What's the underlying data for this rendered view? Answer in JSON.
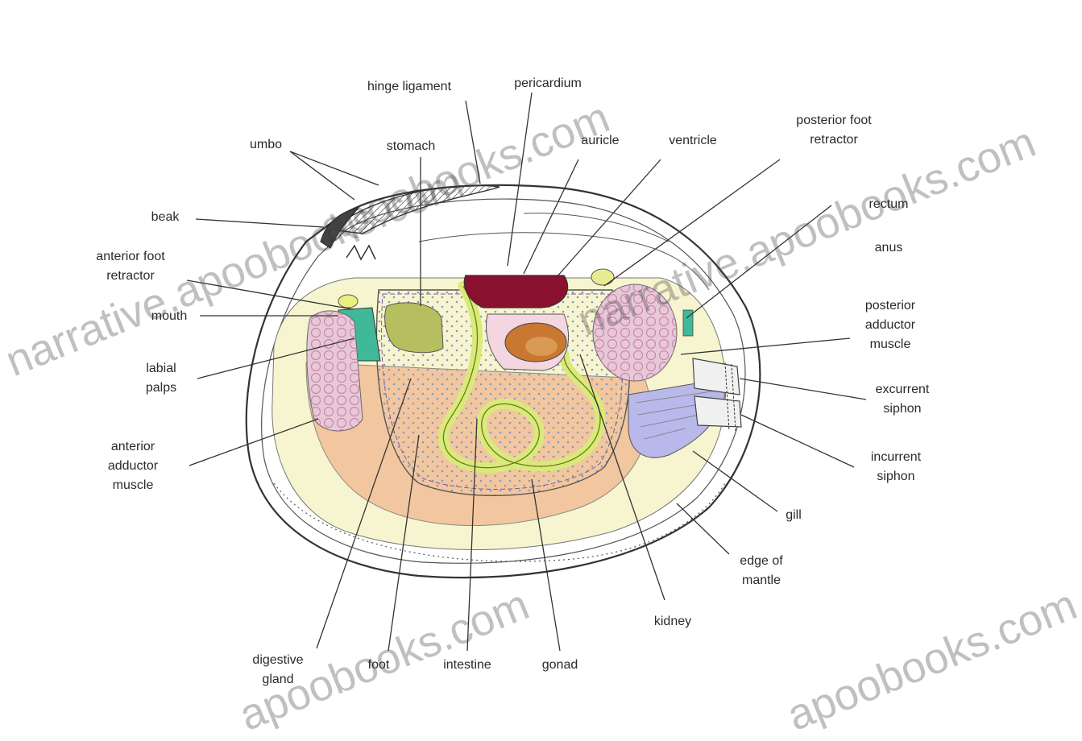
{
  "labels": {
    "hinge_ligament": "hinge ligament",
    "pericardium": "pericardium",
    "umbo": "umbo",
    "stomach": "stomach",
    "auricle": "auricle",
    "ventricle": "ventricle",
    "posterior_foot_retractor": "posterior foot\nretractor",
    "beak": "beak",
    "rectum": "rectum",
    "anus": "anus",
    "anterior_foot_retractor": "anterior foot\nretractor",
    "mouth": "mouth",
    "posterior_adductor_muscle": "posterior\nadductor\nmuscle",
    "labial_palps": "labial\npalps",
    "excurrent_siphon": "excurrent\nsiphon",
    "anterior_adductor_muscle": "anterior\nadductor\nmuscle",
    "incurrent_siphon": "incurrent\nsiphon",
    "gill": "gill",
    "edge_of_mantle": "edge of\nmantle",
    "kidney": "kidney",
    "digestive_gland": "digestive\ngland",
    "foot": "foot",
    "intestine": "intestine",
    "gonad": "gonad"
  },
  "watermarks": [
    "narrative.apoobooks.com",
    "narrative.apoobooks.com",
    "apoobooks.com",
    "apoobooks.com",
    "apoobooks.com"
  ],
  "colors": {
    "pericardium": "#8a1030",
    "stomach": "#b5bf60",
    "adductor_muscle": "#e8c8d8",
    "digestive_gland": "#f2c79f",
    "mantle": "#f7f5cf",
    "intestine": "#d9ea7a",
    "ventricle": "#c87830",
    "gill": "#b8b8ea",
    "labial_palps": "#40b89a"
  }
}
